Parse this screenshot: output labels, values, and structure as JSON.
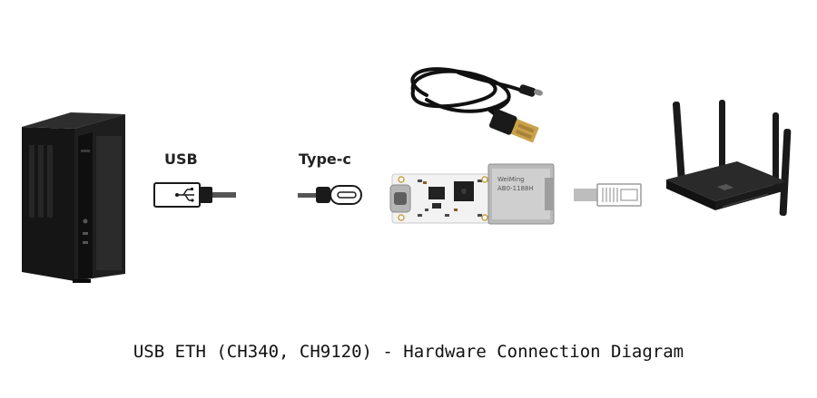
{
  "labels": {
    "usb": "USB",
    "typec": "Type-c"
  },
  "caption": "USB ETH (CH340, CH9120) - Hardware Connection Diagram",
  "module_text": {
    "jack_line1": "WeiMing",
    "jack_line2": "AB0-1188H"
  },
  "colors": {
    "device_dark": "#1c1c1c",
    "pcb_white": "#f2f2f2",
    "connector_gray": "#9c9c9c",
    "gold": "#c9a24a"
  },
  "icons": [
    "desktop-pc-icon",
    "usb-a-plug-icon",
    "usb-c-plug-icon",
    "usb-cable-icon",
    "usb-eth-module-icon",
    "rj45-plug-icon",
    "router-icon"
  ]
}
